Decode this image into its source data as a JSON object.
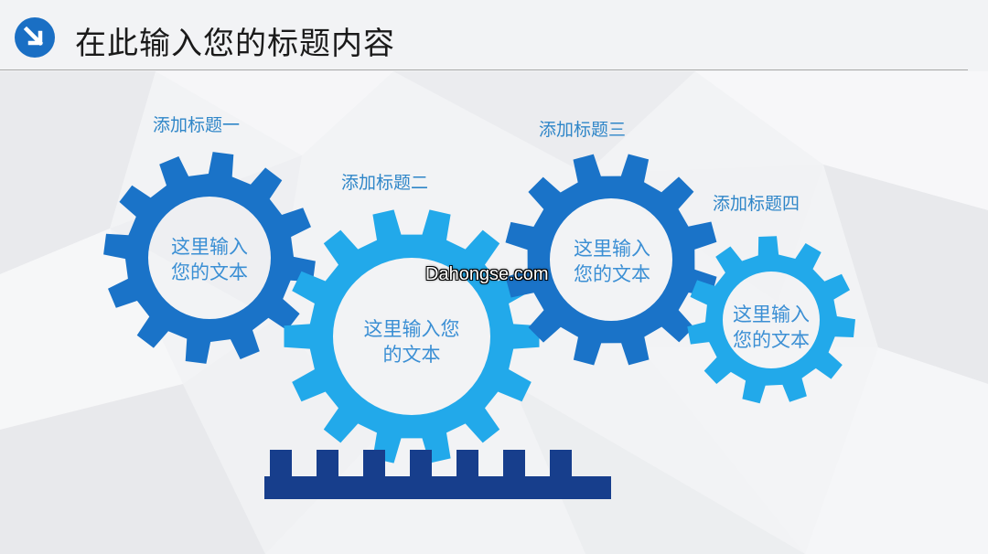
{
  "header": {
    "title": "在此输入您的标题内容",
    "icon": "arrow-down-right-icon"
  },
  "gears": [
    {
      "title": "添加标题一",
      "text": "这里输入\n您的文本",
      "color": "#1a73c8"
    },
    {
      "title": "添加标题二",
      "text": "这里输入您\n的文本",
      "color": "#22a9ea"
    },
    {
      "title": "添加标题三",
      "text": "这里输入\n您的文本",
      "color": "#1a73c8"
    },
    {
      "title": "添加标题四",
      "text": "这里输入\n您的文本",
      "color": "#22a9ea"
    }
  ],
  "rack": {
    "color": "#173e8c"
  },
  "watermark": "Dahongse.com",
  "colors": {
    "accent": "#1a73c8",
    "light_accent": "#22a9ea",
    "text_blue": "#3b8fd4"
  }
}
